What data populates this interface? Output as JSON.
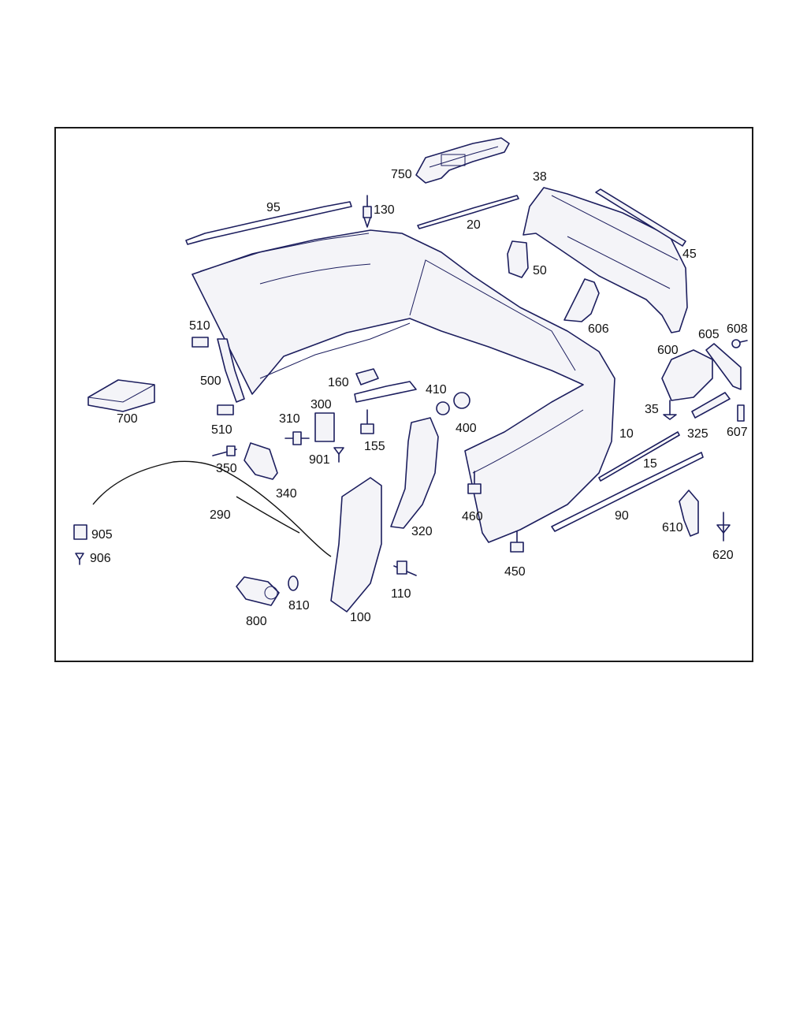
{
  "colors": {
    "line": "#1c1e5e",
    "frame": "#1a1a1a",
    "text": "#111111",
    "background": "#ffffff"
  },
  "labels": [
    {
      "id": "l750",
      "text": "750"
    },
    {
      "id": "l38",
      "text": "38"
    },
    {
      "id": "l95",
      "text": "95"
    },
    {
      "id": "l130",
      "text": "130"
    },
    {
      "id": "l20",
      "text": "20"
    },
    {
      "id": "l45",
      "text": "45"
    },
    {
      "id": "l50",
      "text": "50"
    },
    {
      "id": "l606",
      "text": "606"
    },
    {
      "id": "l510a",
      "text": "510"
    },
    {
      "id": "l605",
      "text": "605"
    },
    {
      "id": "l608",
      "text": "608"
    },
    {
      "id": "l600",
      "text": "600"
    },
    {
      "id": "l500",
      "text": "500"
    },
    {
      "id": "l160",
      "text": "160"
    },
    {
      "id": "l410",
      "text": "410"
    },
    {
      "id": "l700",
      "text": "700"
    },
    {
      "id": "l300",
      "text": "300"
    },
    {
      "id": "l310",
      "text": "310"
    },
    {
      "id": "l510b",
      "text": "510"
    },
    {
      "id": "l35",
      "text": "35"
    },
    {
      "id": "l325",
      "text": "325"
    },
    {
      "id": "l607",
      "text": "607"
    },
    {
      "id": "l400",
      "text": "400"
    },
    {
      "id": "l155",
      "text": "155"
    },
    {
      "id": "l10",
      "text": "10"
    },
    {
      "id": "l901",
      "text": "901"
    },
    {
      "id": "l350",
      "text": "350"
    },
    {
      "id": "l15",
      "text": "15"
    },
    {
      "id": "l340",
      "text": "340"
    },
    {
      "id": "l290",
      "text": "290"
    },
    {
      "id": "l90",
      "text": "90"
    },
    {
      "id": "l460",
      "text": "460"
    },
    {
      "id": "l610",
      "text": "610"
    },
    {
      "id": "l905",
      "text": "905"
    },
    {
      "id": "l320",
      "text": "320"
    },
    {
      "id": "l906",
      "text": "906"
    },
    {
      "id": "l620",
      "text": "620"
    },
    {
      "id": "l450",
      "text": "450"
    },
    {
      "id": "l110",
      "text": "110"
    },
    {
      "id": "l810",
      "text": "810"
    },
    {
      "id": "l800",
      "text": "800"
    },
    {
      "id": "l100",
      "text": "100"
    }
  ]
}
